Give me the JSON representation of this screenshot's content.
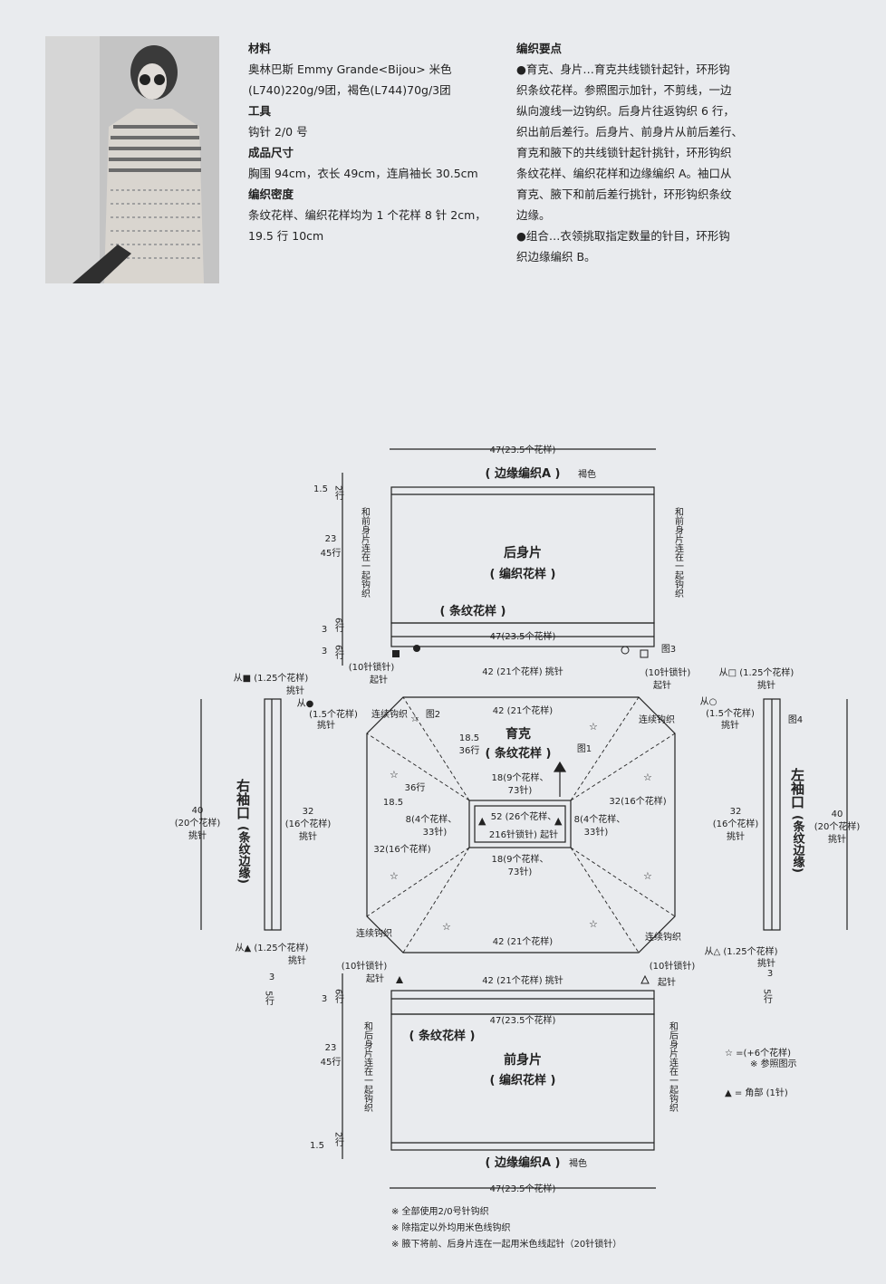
{
  "materials": {
    "heading": "材料",
    "line1": "奥林巴斯 Emmy Grande<Bijou> 米色",
    "line2": "(L740)220g/9团，褐色(L744)70g/3团"
  },
  "tools": {
    "heading": "工具",
    "line1": "钩针 2/0 号"
  },
  "size": {
    "heading": "成品尺寸",
    "line1": "胸围 94cm，衣长 49cm，连肩袖长 30.5cm"
  },
  "gauge": {
    "heading": "编织密度",
    "line1": "条纹花样、编织花样均为 1 个花样 8 针 2cm，",
    "line2": "19.5 行 10cm"
  },
  "points": {
    "heading": "编织要点",
    "lines": [
      "●育克、身片…育克共线锁针起针，环形钩",
      "织条纹花样。参照图示加针，不剪线，一边",
      "纵向渡线一边钩织。后身片往返钩织 6 行，",
      "织出前后差行。后身片、前身片从前后差行、",
      "育克和腋下的共线锁针起针挑针，环形钩织",
      "条纹花样、编织花样和边缘编织 A。袖口从",
      "育克、腋下和前后差行挑针，环形钩织条纹",
      "边缘。",
      "●组合…衣领挑取指定数量的针目，环形钩",
      "织边缘编织 B。"
    ]
  },
  "diagram": {
    "top_width": "47(23.5个花样)",
    "edge_a": "( 边缘编织A )",
    "brown": "褐色",
    "back_title": "后身片",
    "knit_pattern": "( 编织花样 )",
    "stripe_pattern": "( 条纹花样 )",
    "front_title": "前身片",
    "yoke_title": "育克",
    "width_47": "47(23.5个花样)",
    "pick_42": "42 (21个花样) 挑针",
    "yoke_42": "42 (21个花样)",
    "chain10": "(10针锁针)",
    "start": "起针",
    "fig1": "图1",
    "fig2": "图2",
    "fig3": "图3",
    "fig4": "图4",
    "side_join": "和前身片连在一起钩织",
    "side_join_back": "和后身片连在一起钩织",
    "dim_15": "1.5",
    "dim_2rows": "2行",
    "dim_23": "23",
    "dim_45rows": "45行",
    "dim_3": "3",
    "dim_6rows": "6行",
    "dim_5rows": "5行",
    "from_sq_fill": "从■ (1.25个花样)",
    "from_sq_open": "从□ (1.25个花样)",
    "from_tri_fill": "从▲ (1.25个花样)",
    "from_tri_open": "从△ (1.25个花样)",
    "pick": "挑针",
    "from_circ_fill": "从●",
    "from_circ_open": "从○",
    "pick_15": "(1.5个花样)",
    "cont": "连续钩织",
    "right_cuff": "右袖口",
    "left_cuff": "左袖口",
    "cuff_sub": "(条纹边缘)",
    "dim_40": "40",
    "pat_20": "(20个花样)",
    "dim_32": "32",
    "pat_16": "(16个花样)",
    "dim_32_16": "32(16个花样)",
    "dim_185": "18.5",
    "dim_36rows": "36行",
    "dim_18": "18(9个花样、",
    "st_73": "73针)",
    "dim_8": "8(4个花样、",
    "st_33": "33针)",
    "center_52": "52 (26个花样、",
    "center_216": "216针锁针) 起针",
    "legend_star": "☆ =(+6个花样)",
    "legend_star2": "※ 参照图示",
    "legend_tri": "▲ = 角部 (1针)",
    "notes": [
      "※ 全部使用2/0号针钩织",
      "※ 除指定以外均用米色线钩织",
      "※ 腋下将前、后身片连在一起用米色线起针（20针锁针）"
    ]
  }
}
